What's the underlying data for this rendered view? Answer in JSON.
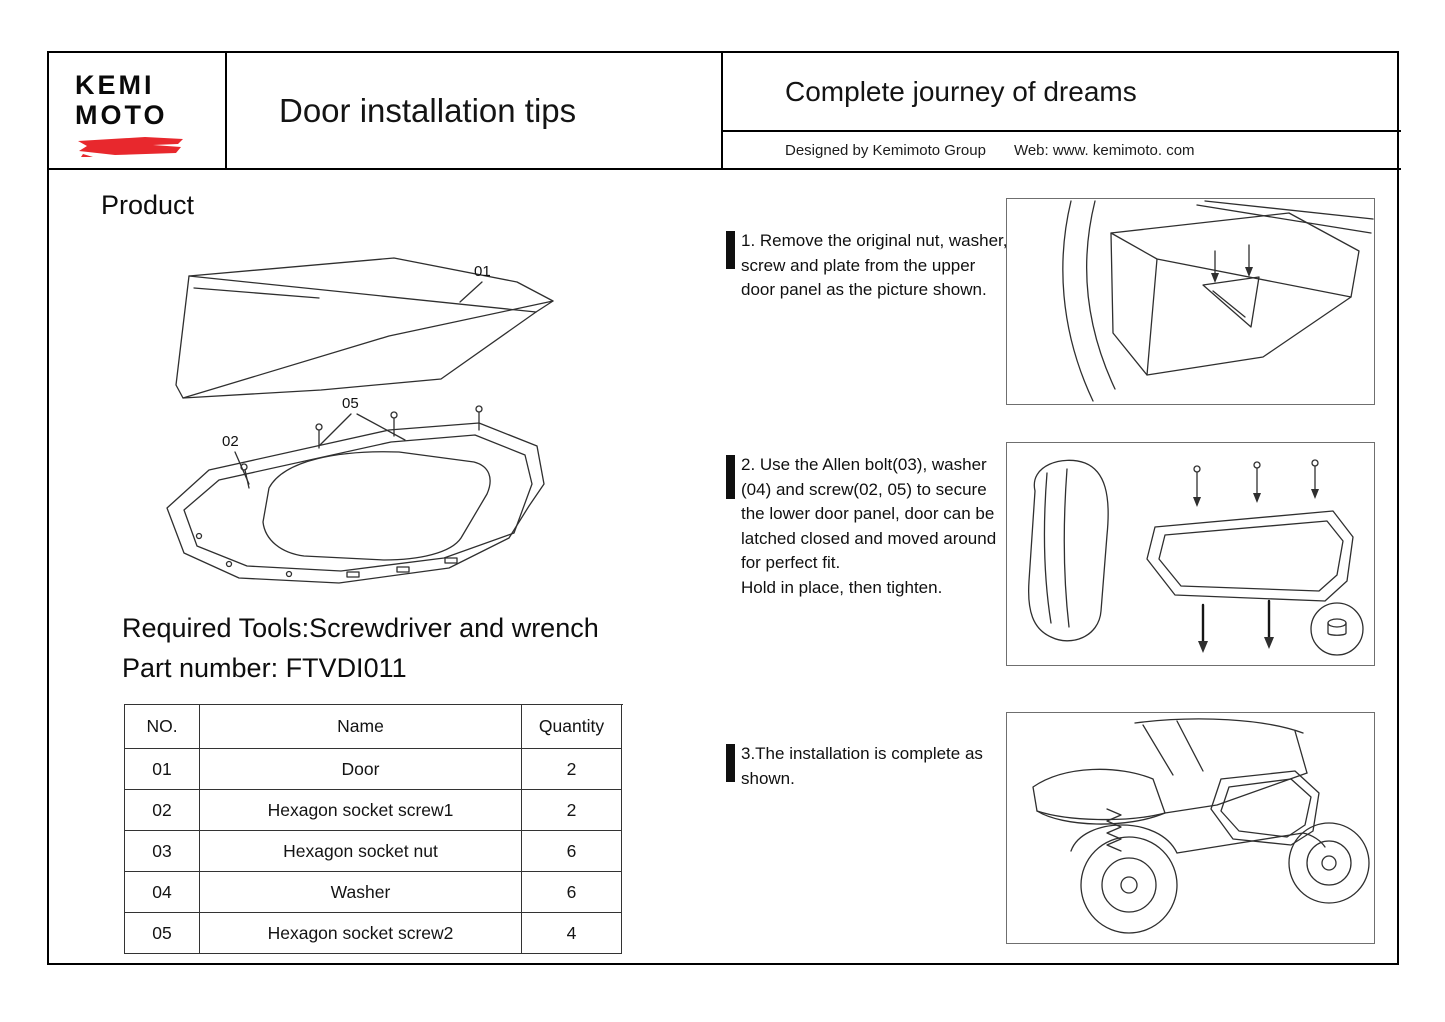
{
  "header": {
    "logo_top": "KEMI",
    "logo_bottom": "MOTO",
    "doc_title": "Door installation tips",
    "tagline": "Complete journey of dreams",
    "designed_by": "Designed by Kemimoto Group",
    "website": "Web: www. kemimoto. com"
  },
  "product": {
    "heading": "Product",
    "labels": {
      "upper_panel": "01",
      "screws_top": "05",
      "screw_left": "02"
    },
    "required_tools": "Required Tools:Screwdriver and wrench",
    "part_number": "Part number: FTVDI011"
  },
  "parts_table": {
    "headers": [
      "NO.",
      "Name",
      "Quantity"
    ],
    "rows": [
      [
        "01",
        "Door",
        "2"
      ],
      [
        "02",
        "Hexagon socket screw1",
        "2"
      ],
      [
        "03",
        "Hexagon socket nut",
        "6"
      ],
      [
        "04",
        "Washer",
        "6"
      ],
      [
        "05",
        "Hexagon socket screw2",
        "4"
      ]
    ]
  },
  "steps": [
    {
      "text": "1. Remove the original nut, washer, screw and plate from the upper door panel as the picture shown."
    },
    {
      "text": "2. Use the Allen bolt(03), washer (04) and screw(02, 05) to secure the lower door panel, door can be latched closed and moved around for perfect fit.\nHold in place, then tighten."
    },
    {
      "text": "3.The installation is complete as shown."
    }
  ],
  "illustrations": {
    "product": "door-panels-line-drawing",
    "step1": "upper-door-panel-diagram",
    "step2": "lower-door-panel-install-diagram",
    "step3": "complete-vehicle-diagram"
  },
  "colors": {
    "brand_red": "#e8282d",
    "ink": "#111111"
  }
}
